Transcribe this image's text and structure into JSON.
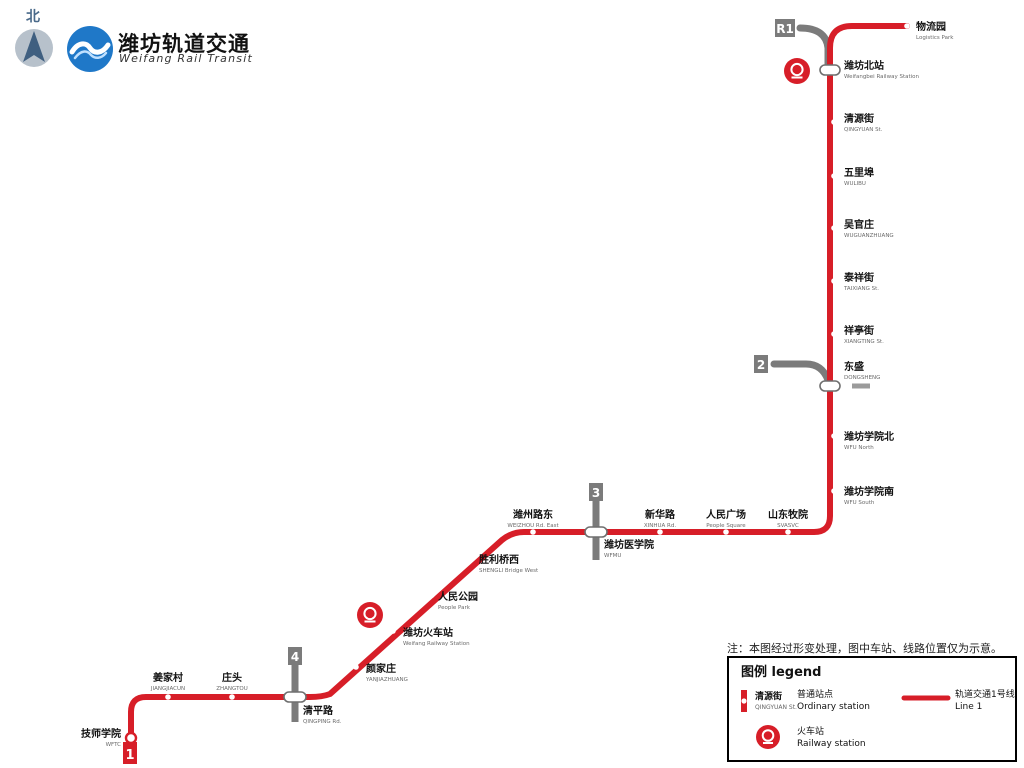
{
  "header": {
    "north_label": "北",
    "brand_cn": "潍坊轨道交通",
    "brand_en": "Weifang Rail Transit",
    "north_icon": "north-arrow-icon",
    "logo_icon": "wrt-logo-icon"
  },
  "colors": {
    "line1": "#d71e28",
    "other_lines": "#7b7b7b",
    "railway_icon": "#d71e28"
  },
  "line": {
    "number": "1"
  },
  "stations": [
    {
      "id": "wuliuyuan",
      "cn": "物流园",
      "en": "Logistics Park"
    },
    {
      "id": "weifangbei",
      "cn": "潍坊北站",
      "en": "Weifangbei Railway Station"
    },
    {
      "id": "qingyuan",
      "cn": "清源街",
      "en": "QINGYUAN St."
    },
    {
      "id": "wulibu",
      "cn": "五里埠",
      "en": "WULIBU"
    },
    {
      "id": "wuguanzhuang",
      "cn": "吴官庄",
      "en": "WUGUANZHUANG"
    },
    {
      "id": "taixiang",
      "cn": "泰祥街",
      "en": "TAIXIANG St."
    },
    {
      "id": "xiangting",
      "cn": "祥亭街",
      "en": "XIANGTING St."
    },
    {
      "id": "dongsheng",
      "cn": "东盛",
      "en": "DONGSHENG"
    },
    {
      "id": "wfu_north",
      "cn": "潍坊学院北",
      "en": "WFU North"
    },
    {
      "id": "wfu_south",
      "cn": "潍坊学院南",
      "en": "WFU South"
    },
    {
      "id": "shandongmuyuan",
      "cn": "山东牧院",
      "en": "SVASVC"
    },
    {
      "id": "renminguangchang",
      "cn": "人民广场",
      "en": "People Square"
    },
    {
      "id": "xinhua",
      "cn": "新华路",
      "en": "XINHUA Rd."
    },
    {
      "id": "wfmu",
      "cn": "潍坊医学院",
      "en": "WFMU"
    },
    {
      "id": "weizhoudong",
      "cn": "潍州路东",
      "en": "WEIZHOU Rd. East"
    },
    {
      "id": "shengli",
      "cn": "胜利桥西",
      "en": "SHENGLI Bridge West"
    },
    {
      "id": "renmingongyuan",
      "cn": "人民公园",
      "en": "People Park"
    },
    {
      "id": "weifangzhan",
      "cn": "潍坊火车站",
      "en": "Weifang Railway Station"
    },
    {
      "id": "yanjiazhuang",
      "cn": "颜家庄",
      "en": "YANJIAZHUANG"
    },
    {
      "id": "qingping",
      "cn": "清平路",
      "en": "QINGPING Rd."
    },
    {
      "id": "zhangtou",
      "cn": "庄头",
      "en": "ZHANGTOU"
    },
    {
      "id": "jiangjiacun",
      "cn": "姜家村",
      "en": "JIANGJIACUN"
    },
    {
      "id": "wftc",
      "cn": "技师学院",
      "en": "WFTC"
    }
  ],
  "transfers": [
    {
      "badge": "R1",
      "at": "weifangbei"
    },
    {
      "badge": "2",
      "at": "dongsheng"
    },
    {
      "badge": "3",
      "at": "wfmu"
    },
    {
      "badge": "4",
      "at": "qingping"
    }
  ],
  "railway_stations": [
    "weifangbei",
    "weifangzhan"
  ],
  "note": "注：本图经过形变处理，图中车站、线路位置仅为示意。",
  "legend": {
    "title": "图例 legend",
    "ordinary_cn": "普通站点",
    "ordinary_en": "Ordinary station",
    "sample_cn": "清源街",
    "sample_en": "QINGYUAN St.",
    "line_cn": "轨道交通1号线",
    "line_en": "Line 1",
    "railway_cn": "火车站",
    "railway_en": "Railway station"
  }
}
